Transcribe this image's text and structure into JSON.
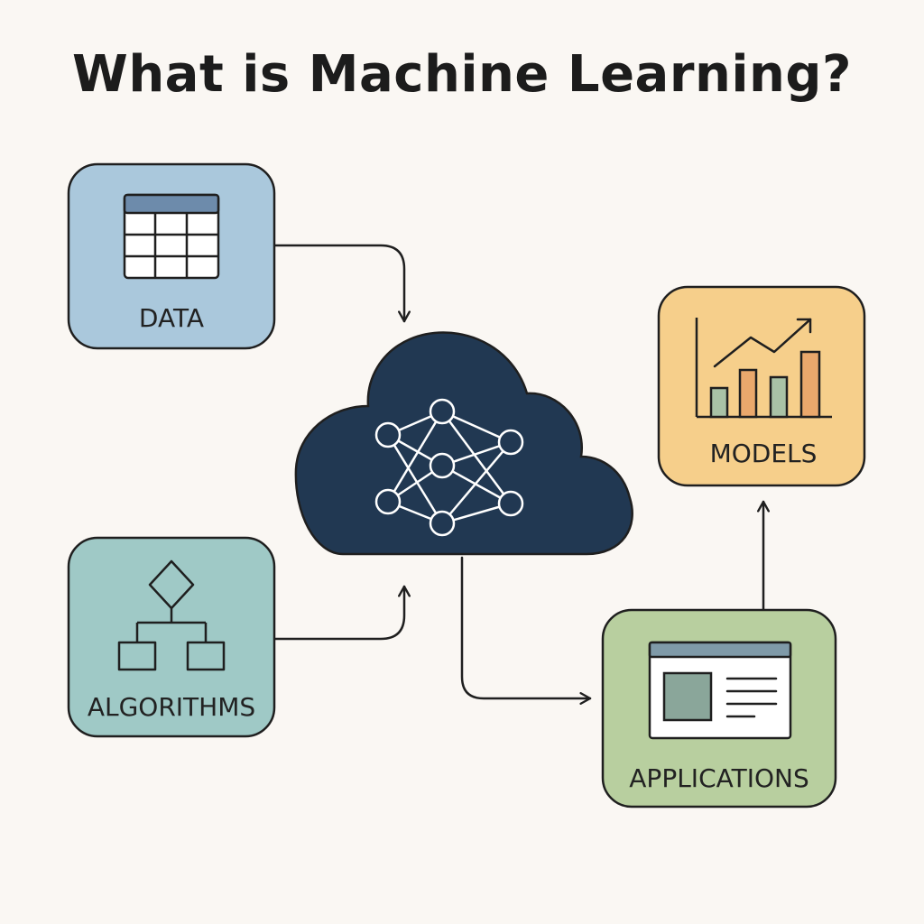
{
  "title": "What is Machine Learning?",
  "nodes": {
    "data": {
      "label": "DATA",
      "color": "#aac8dc",
      "icon": "table-icon"
    },
    "algorithms": {
      "label": "ALGORITHMS",
      "color": "#9fc9c6",
      "icon": "flowchart-icon"
    },
    "models": {
      "label": "MODELS",
      "color": "#f6cf8b",
      "icon": "bar-chart-icon"
    },
    "applications": {
      "label": "APPLICATIONS",
      "color": "#b8cf9f",
      "icon": "browser-window-icon"
    },
    "core": {
      "color": "#213852",
      "icon": "neural-network-icon"
    }
  },
  "colors": {
    "background": "#faf7f3",
    "stroke": "#1f1f1f",
    "accent_orange": "#eaa86c",
    "accent_green": "#a9c2a6",
    "window_header": "#7f9aa8"
  }
}
